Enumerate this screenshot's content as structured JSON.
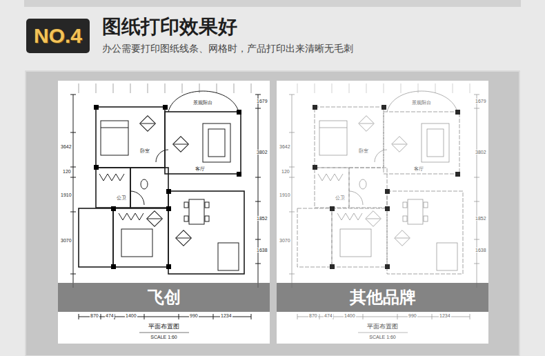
{
  "diagram": {
    "title": "图纸打印效果好",
    "nodes": [
      {
        "text": [
          "NO.4"
        ]
      },
      {
        "text": [
          "平面布置图",
          "SCALE 1:60"
        ]
      },
      {
        "text": [
          "飞创"
        ],
        "in": 1
      },
      {
        "text": [
          "平面布置图",
          "SCALE 1:60"
        ]
      },
      {
        "text": [
          "其他品牌"
        ],
        "in": 3
      }
    ],
    "labels": [
      "办公需要打印图纸线条、网格时，产品打印出来清晰无毛刺",
      "3642",
      "120",
      "1910",
      "3070",
      "1679",
      "3802",
      "1852",
      "1638",
      "870",
      "474",
      "1400",
      "990",
      "1234",
      "卧室",
      "客厅",
      "公卫",
      "景观阳台",
      "3642",
      "120",
      "1910",
      "3070",
      "1679",
      "3802",
      "1852",
      "1638",
      "870",
      "474",
      "1400",
      "990",
      "1234",
      "卧室",
      "客厅",
      "公卫",
      "景观阳台"
    ]
  }
}
